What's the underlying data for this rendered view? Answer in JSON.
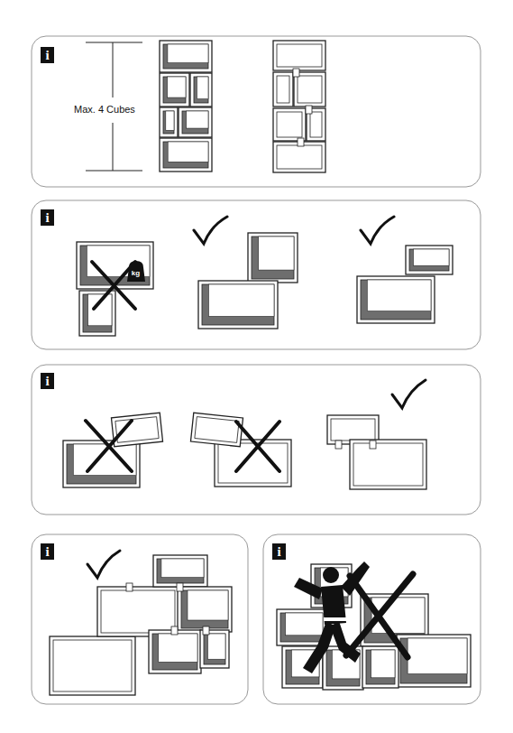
{
  "diagram": {
    "labels": [
      "i",
      "Max. 4 Cubes",
      "i",
      "kg",
      "i",
      "i",
      "i"
    ]
  }
}
